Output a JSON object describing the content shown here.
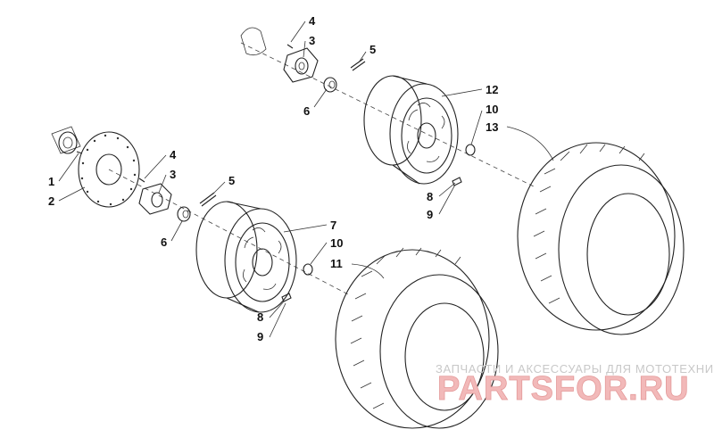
{
  "callouts": [
    {
      "id": "front-4",
      "label": "4"
    },
    {
      "id": "front-3",
      "label": "3"
    },
    {
      "id": "front-5",
      "label": "5"
    },
    {
      "id": "front-6",
      "label": "6"
    },
    {
      "id": "front-12",
      "label": "12"
    },
    {
      "id": "front-10",
      "label": "10"
    },
    {
      "id": "front-13",
      "label": "13"
    },
    {
      "id": "front-8",
      "label": "8"
    },
    {
      "id": "front-9",
      "label": "9"
    },
    {
      "id": "rear-1",
      "label": "1"
    },
    {
      "id": "rear-2",
      "label": "2"
    },
    {
      "id": "rear-4",
      "label": "4"
    },
    {
      "id": "rear-3",
      "label": "3"
    },
    {
      "id": "rear-5",
      "label": "5"
    },
    {
      "id": "rear-6",
      "label": "6"
    },
    {
      "id": "rear-7",
      "label": "7"
    },
    {
      "id": "rear-10",
      "label": "10"
    },
    {
      "id": "rear-11",
      "label": "11"
    },
    {
      "id": "rear-8",
      "label": "8"
    },
    {
      "id": "rear-9",
      "label": "9"
    }
  ],
  "watermark": {
    "tagline": "ЗАПЧАСТИ И АКСЕССУАРЫ ДЛЯ МОТОТЕХНИКИ",
    "logo": "PARTSFOR.RU",
    "colors": {
      "logo_fill": "#f2b9b9",
      "tagline": "#c8c8c8"
    }
  }
}
